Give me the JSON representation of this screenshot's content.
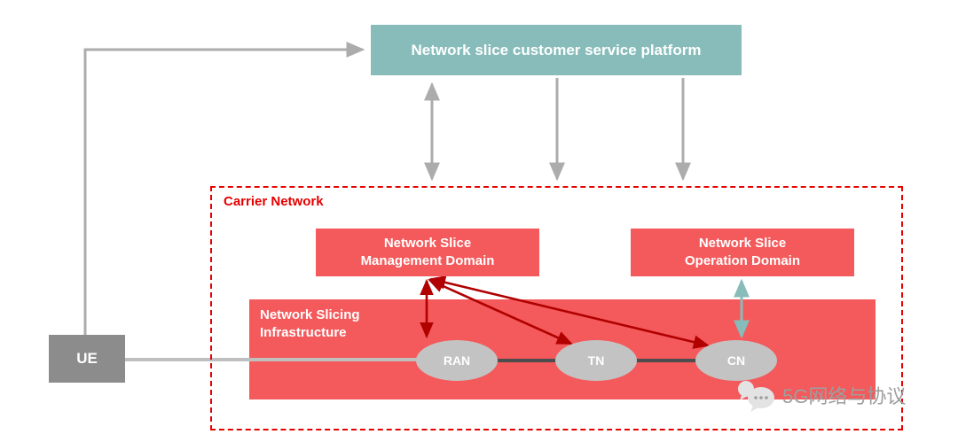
{
  "platform": {
    "label": "Network slice customer service platform"
  },
  "ue": {
    "label": "UE"
  },
  "carrier": {
    "label": "Carrier Network"
  },
  "management_domain": {
    "line1": "Network Slice",
    "line2": "Management Domain"
  },
  "operation_domain": {
    "line1": "Network Slice",
    "line2": "Operation Domain"
  },
  "infrastructure": {
    "line1": "Network Slicing",
    "line2": "Infrastructure"
  },
  "nodes": {
    "ran": "RAN",
    "tn": "TN",
    "cn": "CN"
  },
  "watermark": {
    "label": "5G网络与协议"
  },
  "colors": {
    "platform_teal": "#87BCBA",
    "domain_red": "#F4595B",
    "carrier_border_red": "#E60000",
    "dark_red_arrow": "#B00000",
    "teal_arrow": "#87BCBA",
    "gray_arrow": "#ACACAC",
    "node_gray": "#C3C3C3",
    "ue_gray": "#8C8C8C",
    "backbone_dark_gray": "#4D4D4D"
  }
}
